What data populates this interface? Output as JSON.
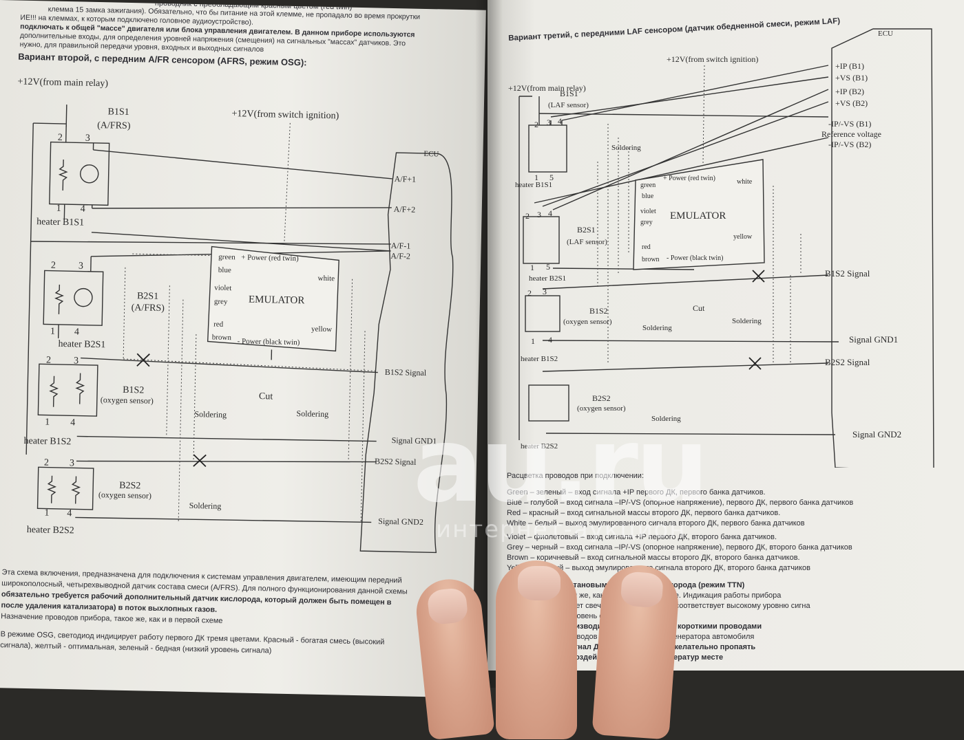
{
  "left": {
    "top_lines": [
      "проводник с преобладающим красным цветом (red twin)",
      "клемма 15 замка зажигания). Обязательно, что бы питание на этой клемме, не пропадало во время прокрутки",
      "ИЕ!!! на клеммах, к которым подключено головное аудиоустройство).",
      "подключать к общей \"массе\" двигателя или блока управления двигателем. В данном приборе используются",
      "дополнительные входы, для определения уровней напряжения (смещения) на сигнальных \"массах\" датчиков. Это",
      "нужно, для правильной передачи уровня, входных и выходных сигналов"
    ],
    "heading": "Вариант второй, с передним A/FR сенсором (AFRS, режим OSG):",
    "d": {
      "v12_main": "+12V(from main relay)",
      "v12_sw": "+12V(from switch ignition)",
      "b1s1": "B1S1",
      "afrs": "(A/FRS)",
      "heater_b1s1": "heater B1S1",
      "b2s1": "B2S1",
      "afrs2": "(A/FRS)",
      "heater_b2s1": "heater B2S1",
      "b1s2": "B1S2",
      "oxy1": "(oxygen sensor)",
      "heater_b1s2": "heater B1S2",
      "b2s2": "B2S2",
      "oxy2": "(oxygen sensor)",
      "heater_b2s2": "heater B2S2",
      "ecu": "ECU",
      "af1p": "A/F+1",
      "af2p": "A/F+2",
      "af1m": "A/F-1",
      "af2m": "A/F-2",
      "b1s2_signal": "B1S2 Signal",
      "b2s2_signal": "B2S2 Signal",
      "gnd1": "Signal GND1",
      "gnd2": "Signal GND2",
      "emulator": "EMULATOR",
      "green": "green",
      "blue": "blue",
      "violet": "violet",
      "grey": "grey",
      "red": "red",
      "brown": "brown",
      "white": "white",
      "yellow": "yellow",
      "power_red": "+ Power (red twin)",
      "power_black": "- Power (black twin)",
      "cut": "Cut",
      "soldering": "Soldering",
      "n1": "1",
      "n2": "2",
      "n3": "3",
      "n4": "4"
    },
    "bottom_lines": [
      "Эта схема включения, предназначена для подключения к системам управления двигателем, имеющим передний",
      "широкополосный, четырехвыводной датчик состава смеси (A/FRS). Для полного функционирования данной схемы",
      "обязательно требуется рабочий дополнительный датчик кислорода, который должен быть помещен в",
      "после удаления катализатора) в поток выхлопных газов.",
      "Назначение проводов прибора, такое же, как и в первой схеме",
      "В режиме OSG, светодиод индицирует работу первого ДК тремя цветами. Красный - богатая смесь (высокий",
      "сигнала), желтый - оптимальная, зеленый - бедная (низкий уровень сигнала)"
    ]
  },
  "right": {
    "heading": "Вариант третий, с передними LAF сенсором (датчик обедненной смеси, режим LAF)",
    "d": {
      "v12_main": "+12V(from main relay)",
      "v12_sw": "+12V(from switch ignition)",
      "ecu": "ECU",
      "ipb1": "+IP (B1)",
      "vsb1": "+VS (B1)",
      "ipb2": "+IP (B2)",
      "vsb2": "+VS (B2)",
      "ipvsb1": "-IP/-VS (B1)",
      "ref": "Reference voltage",
      "ipvsb2": "-IP/-VS (B2)",
      "b1s1": "B1S1",
      "laf1": "(LAF sensor)",
      "heater_b1s1": "heater B1S1",
      "b2s1": "B2S1",
      "laf2": "(LAF sensor)",
      "heater_b2s1": "heater B2S1",
      "b1s2": "B1S2",
      "oxy1": "(oxygen sensor)",
      "heater_b1s2": "heater B1S2",
      "b2s2": "B2S2",
      "oxy2": "(oxygen sensor)",
      "heater_b2s2": "heater B2S2",
      "emulator": "EMULATOR",
      "green": "green",
      "blue": "blue",
      "violet": "violet",
      "grey": "grey",
      "red": "red",
      "brown": "brown",
      "white": "white",
      "yellow": "yellow",
      "power_red": "+ Power (red twin)",
      "power_black": "- Power (black twin)",
      "b1s2_signal": "B1S2 Signal",
      "b2s2_signal": "B2S2 Signal",
      "gnd1": "Signal GND1",
      "gnd2": "Signal GND2",
      "cut": "Cut",
      "soldering": "Soldering",
      "n1": "1",
      "n2": "2",
      "n3": "3",
      "n4": "4",
      "n5": "5"
    },
    "legend_title": "Расцветка проводов при подключении:",
    "legend": [
      "Green – зеленый – вход сигнала +IP первого ДК, первого банка датчиков.",
      "Blue – голубой – вход сигнала –IP/-VS (опорное напряжение), первого ДК, первого банка датчиков",
      "Red – красный – вход сигнальной массы второго ДК, первого банка датчиков.",
      "White – белый – выход эмулированного сигнала второго ДК, первого банка датчиков",
      "",
      "Violet – фиолетовый – вход сигнала +IP первого ДК, второго банка датчиков.",
      "Grey – черный – вход сигнала –IP/-VS (опорное напряжение), первого ДК, второго банка датчиков",
      "Brown – коричневый – вход сигнальной массы второго ДК, второго банка датчиков.",
      "Yellow – желтый – выход эмулированного сигнала второго ДК, второго банка датчиков"
    ],
    "bottom_lines": [
      "Ва...ний, с пер... ...тановыми датчиками кислорода (режим TTN)",
      "В ... проводов, такая же, как и в первом варианте. Индикация работы прибора",
      "от... ма OS... ...ий цвет свечения (бедная смесь) соответствует высокому уровню сигна",
      "кр... ...симальный уровень сигнала, 4.85 Вольт.",
      "... необходимо производить как можно более короткими проводами",
      "... например, ВВ проводов катушек зажигания, генератора автомобиля",
      "... слаботочный сигнал ДК. Все соединения, желательно пропаять",
      "...ном от влаги, и воздействия высоких температур месте"
    ]
  },
  "watermark": {
    "logo": "au.ru",
    "sub": "интернет-аукцион"
  }
}
